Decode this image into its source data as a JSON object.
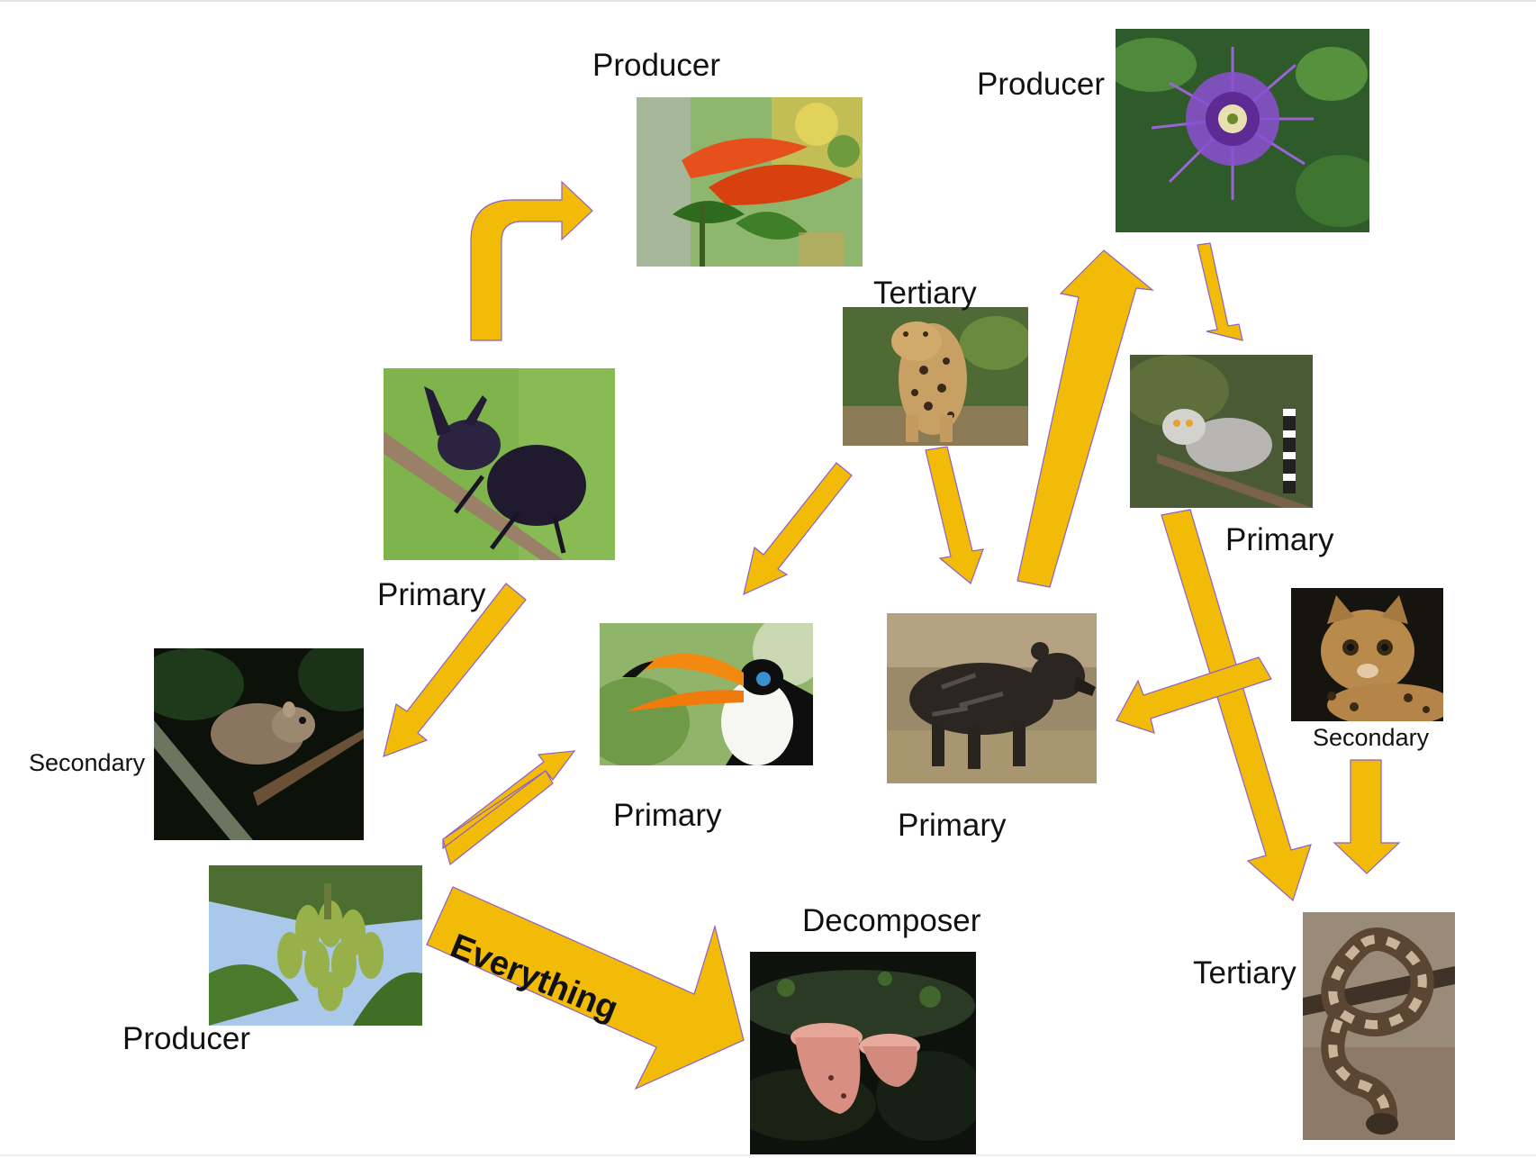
{
  "labels": {
    "producer_top": "Producer",
    "producer_right": "Producer",
    "tertiary_jaguar": "Tertiary",
    "primary_beetle": "Primary",
    "primary_lemur": "Primary",
    "secondary_rodent": "Secondary",
    "secondary_ocelot": "Secondary",
    "primary_toucan": "Primary",
    "primary_tapir": "Primary",
    "producer_banana": "Producer",
    "decomposer": "Decomposer",
    "tertiary_snake": "Tertiary",
    "everything": "Everything"
  },
  "colors": {
    "arrow_fill": "#f2bb07",
    "arrow_stroke": "#8c5fc9"
  },
  "organisms": [
    {
      "id": "orange-flower",
      "icon": "orange-flower-photo"
    },
    {
      "id": "passion-flower",
      "icon": "passion-flower-photo"
    },
    {
      "id": "jaguar",
      "icon": "jaguar-photo"
    },
    {
      "id": "beetle",
      "icon": "rhinoceros-beetle-photo"
    },
    {
      "id": "lemur",
      "icon": "ring-tailed-lemur-photo"
    },
    {
      "id": "ocelot",
      "icon": "ocelot-photo"
    },
    {
      "id": "rodent",
      "icon": "rodent-photo"
    },
    {
      "id": "toucan",
      "icon": "toucan-photo"
    },
    {
      "id": "tapir",
      "icon": "tapir-photo"
    },
    {
      "id": "banana",
      "icon": "banana-tree-photo"
    },
    {
      "id": "fungus",
      "icon": "cup-fungus-photo"
    },
    {
      "id": "snake",
      "icon": "boa-snake-photo"
    }
  ]
}
